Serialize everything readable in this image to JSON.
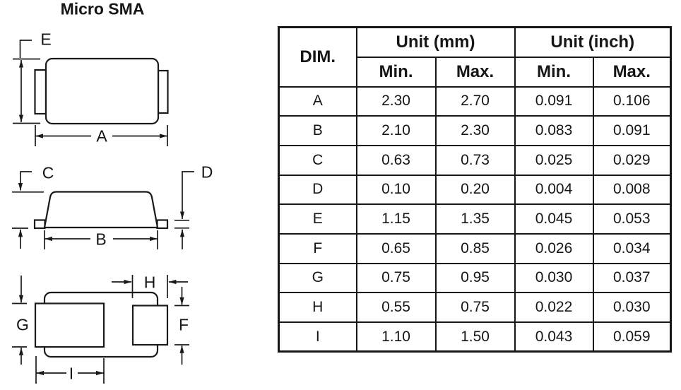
{
  "title": "Micro SMA",
  "colors": {
    "line": "#1a1a1a",
    "text": "#161616",
    "background": "#ffffff"
  },
  "diagram": {
    "views": [
      "top-view",
      "side-view",
      "bottom-pad-view"
    ],
    "labels": {
      "e": "E",
      "a": "A",
      "c": "C",
      "d": "D",
      "b": "B",
      "g": "G",
      "h": "H",
      "f": "F",
      "i": "I"
    }
  },
  "table": {
    "header": {
      "dim": "DIM.",
      "unit_mm": "Unit (mm)",
      "unit_inch": "Unit (inch)",
      "min": "Min.",
      "max": "Max."
    },
    "rows": [
      {
        "dim": "A",
        "mm_min": "2.30",
        "mm_max": "2.70",
        "inch_min": "0.091",
        "inch_max": "0.106"
      },
      {
        "dim": "B",
        "mm_min": "2.10",
        "mm_max": "2.30",
        "inch_min": "0.083",
        "inch_max": "0.091"
      },
      {
        "dim": "C",
        "mm_min": "0.63",
        "mm_max": "0.73",
        "inch_min": "0.025",
        "inch_max": "0.029"
      },
      {
        "dim": "D",
        "mm_min": "0.10",
        "mm_max": "0.20",
        "inch_min": "0.004",
        "inch_max": "0.008"
      },
      {
        "dim": "E",
        "mm_min": "1.15",
        "mm_max": "1.35",
        "inch_min": "0.045",
        "inch_max": "0.053"
      },
      {
        "dim": "F",
        "mm_min": "0.65",
        "mm_max": "0.85",
        "inch_min": "0.026",
        "inch_max": "0.034"
      },
      {
        "dim": "G",
        "mm_min": "0.75",
        "mm_max": "0.95",
        "inch_min": "0.030",
        "inch_max": "0.037"
      },
      {
        "dim": "H",
        "mm_min": "0.55",
        "mm_max": "0.75",
        "inch_min": "0.022",
        "inch_max": "0.030"
      },
      {
        "dim": "I",
        "mm_min": "1.10",
        "mm_max": "1.50",
        "inch_min": "0.043",
        "inch_max": "0.059"
      }
    ]
  }
}
